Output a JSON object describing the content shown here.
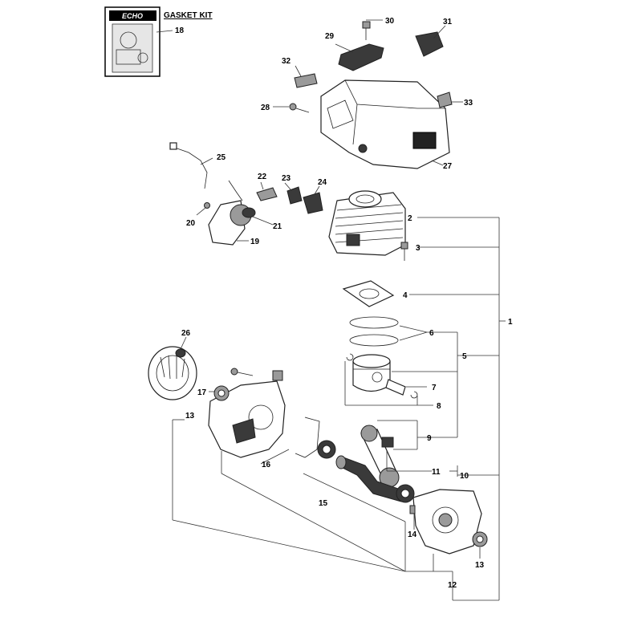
{
  "gasket_kit": {
    "brand": "ECHO",
    "title": "GASKET KIT",
    "callout": "18"
  },
  "callouts": {
    "c1": "1",
    "c2": "2",
    "c3": "3",
    "c4": "4",
    "c5": "5",
    "c6": "6",
    "c7": "7",
    "c8": "8",
    "c9": "9",
    "c10": "10",
    "c11": "11",
    "c12": "12",
    "c13a": "13",
    "c13b": "13",
    "c14": "14",
    "c15": "15",
    "c16": "16",
    "c17": "17",
    "c19": "19",
    "c20": "20",
    "c21": "21",
    "c22": "22",
    "c23": "23",
    "c24": "24",
    "c25": "25",
    "c26": "26",
    "c27": "27",
    "c28": "28",
    "c29": "29",
    "c30": "30",
    "c31": "31",
    "c32": "32",
    "c33": "33"
  }
}
